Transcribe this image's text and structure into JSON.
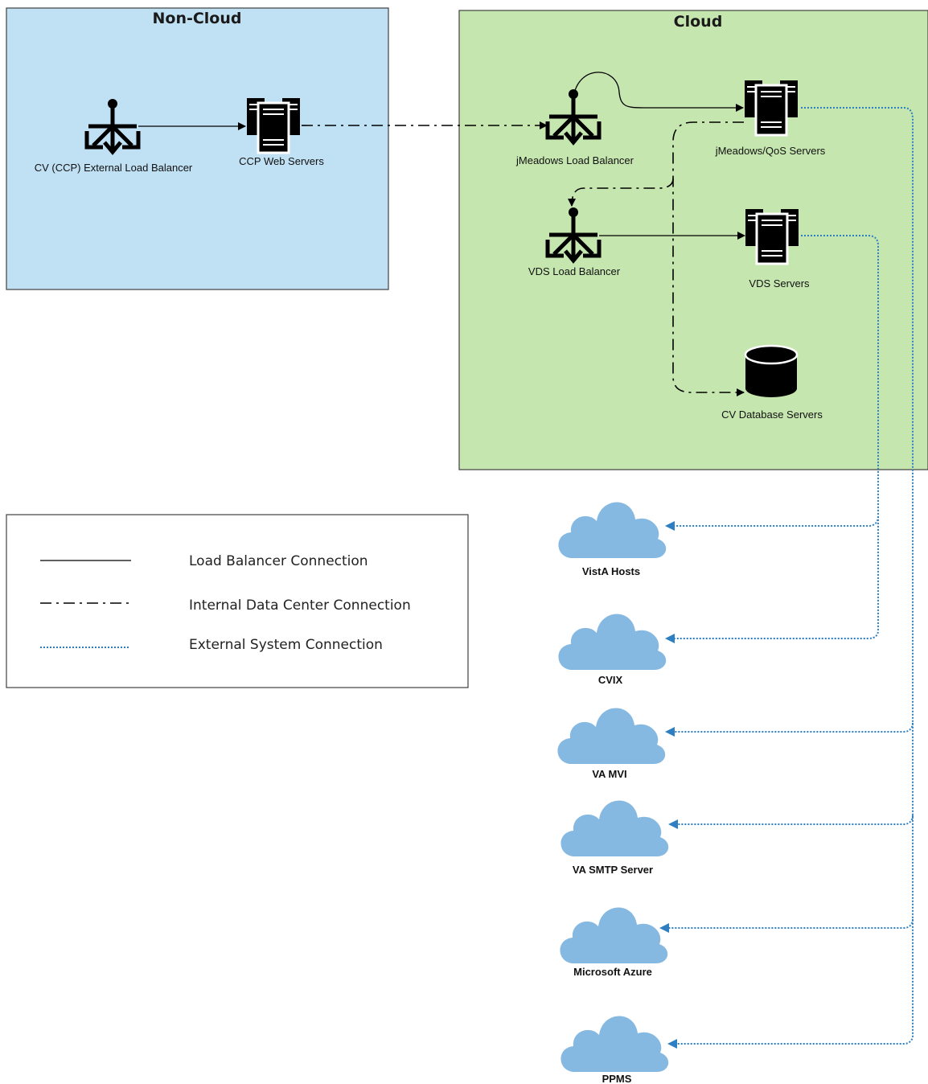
{
  "zones": {
    "non_cloud": {
      "title": "Non-Cloud",
      "fill": "#c0e0f4",
      "stroke": "#404040"
    },
    "cloud": {
      "title": "Cloud",
      "fill": "#c6e6b0",
      "stroke": "#404040"
    }
  },
  "nodes": {
    "cv_ccp_lb": {
      "label": "CV (CCP) External Load Balancer",
      "icon": "load-balancer-icon"
    },
    "ccp_web": {
      "label": "CCP Web Servers",
      "icon": "server-icon"
    },
    "jmeadows_lb": {
      "label": "jMeadows Load Balancer",
      "icon": "load-balancer-icon"
    },
    "jmeadows_qos": {
      "label": "jMeadows/QoS Servers",
      "icon": "server-icon"
    },
    "vds_lb": {
      "label": "VDS Load Balancer",
      "icon": "load-balancer-icon"
    },
    "vds_servers": {
      "label": "VDS Servers",
      "icon": "server-icon"
    },
    "cv_db": {
      "label": "CV Database Servers",
      "icon": "database-icon"
    }
  },
  "external_systems": [
    {
      "label": "VistA Hosts"
    },
    {
      "label": "CVIX"
    },
    {
      "label": "VA MVI"
    },
    {
      "label": "VA SMTP Server"
    },
    {
      "label": "Microsoft Azure"
    },
    {
      "label": "PPMS"
    }
  ],
  "legend": {
    "items": [
      {
        "label": "Load Balancer Connection",
        "style": "solid"
      },
      {
        "label": "Internal Data Center Connection",
        "style": "dash-dot"
      },
      {
        "label": "External System Connection",
        "style": "dotted"
      }
    ]
  },
  "colors": {
    "external_line": "#2e7fc2",
    "cloud_fill": "#86b9e1",
    "icon": "#000000"
  }
}
